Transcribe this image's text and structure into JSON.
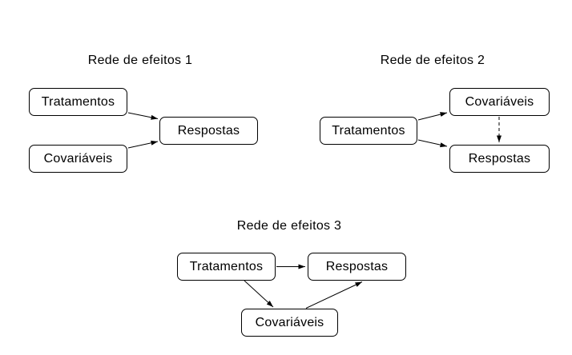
{
  "colors": {
    "background": "#ffffff",
    "box_fill": "#ffffff",
    "box_border": "#000000",
    "text": "#000000",
    "arrow": "#000000"
  },
  "diagrams": [
    {
      "title": "Rede de efeitos 1",
      "nodes": [
        {
          "label": "Tratamentos"
        },
        {
          "label": "Respostas"
        },
        {
          "label": "Covariáveis"
        }
      ],
      "edges": [
        {
          "from": "Tratamentos",
          "to": "Respostas",
          "style": "solid"
        },
        {
          "from": "Covariáveis",
          "to": "Respostas",
          "style": "solid"
        }
      ]
    },
    {
      "title": "Rede de efeitos 2",
      "nodes": [
        {
          "label": "Covariáveis"
        },
        {
          "label": "Tratamentos"
        },
        {
          "label": "Respostas"
        }
      ],
      "edges": [
        {
          "from": "Tratamentos",
          "to": "Covariáveis",
          "style": "solid"
        },
        {
          "from": "Tratamentos",
          "to": "Respostas",
          "style": "solid"
        },
        {
          "from": "Covariáveis",
          "to": "Respostas",
          "style": "dashed"
        }
      ]
    },
    {
      "title": "Rede de efeitos 3",
      "nodes": [
        {
          "label": "Tratamentos"
        },
        {
          "label": "Respostas"
        },
        {
          "label": "Covariáveis"
        }
      ],
      "edges": [
        {
          "from": "Tratamentos",
          "to": "Respostas",
          "style": "solid"
        },
        {
          "from": "Tratamentos",
          "to": "Covariáveis",
          "style": "solid"
        },
        {
          "from": "Covariáveis",
          "to": "Respostas",
          "style": "solid"
        }
      ]
    }
  ]
}
